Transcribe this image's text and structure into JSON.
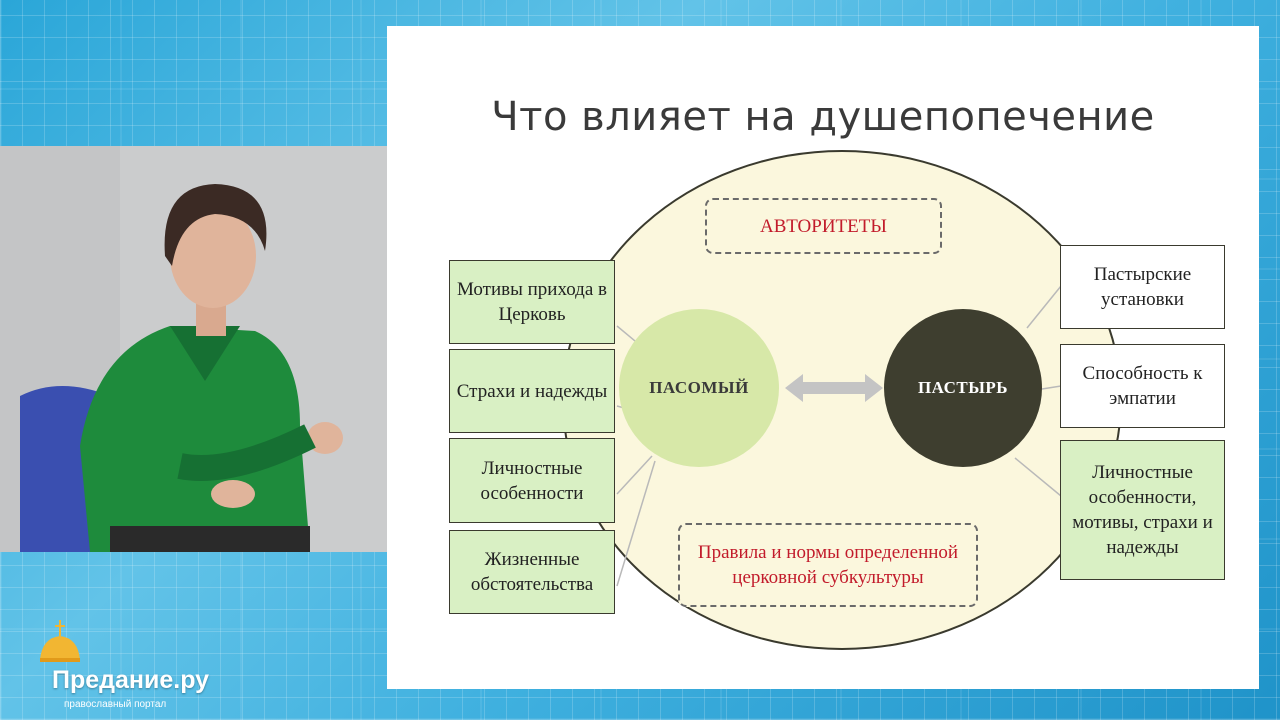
{
  "slide": {
    "title": "Что влияет на душепопечение",
    "nodes": {
      "left": "ПАСОМЫЙ",
      "right": "ПАСТЫРЬ"
    },
    "top_note": "АВТОРИТЕТЫ",
    "bottom_note": "Правила и нормы определенной церковной субкультуры",
    "left_boxes": [
      "Мотивы прихода в Церковь",
      "Страхи и надежды",
      "Личностные особенности",
      "Жизненные обстоятельства"
    ],
    "right_boxes": [
      "Пастырские установки",
      "Способность к эмпатии",
      "Личностные особенности, мотивы, страхи и надежды"
    ]
  },
  "logo": {
    "name": "Предание.ру",
    "tagline": "православный портал"
  },
  "colors": {
    "slide_bg": "#ffffff",
    "circle_fill": "#fbf7dd",
    "pasomy_fill": "#d7e8a8",
    "pastyr_fill": "#3e3e2f",
    "green_box": "#d9f0c4",
    "note_red": "#c21b2b",
    "speaker_shirt": "#1e8b3c"
  },
  "icons": [
    "arrow-double-icon",
    "church-dome-icon"
  ]
}
